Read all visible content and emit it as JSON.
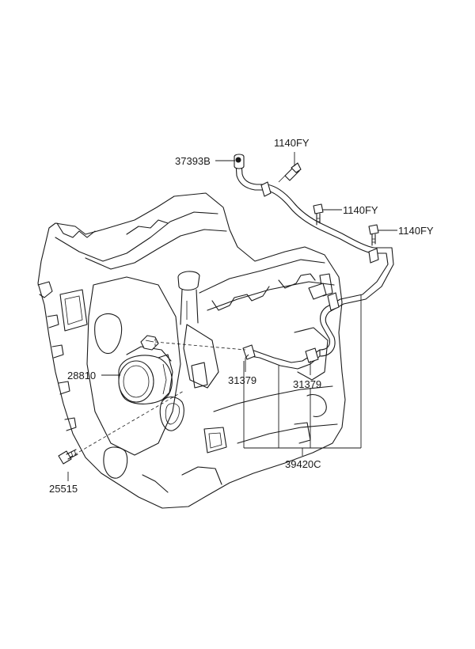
{
  "diagram": {
    "labels": {
      "part_37393B": "37393B",
      "part_1140FY_a": "1140FY",
      "part_1140FY_b": "1140FY",
      "part_1140FY_c": "1140FY",
      "part_28810": "28810",
      "part_31379_left": "31379",
      "part_31379_right": "31379",
      "part_39420C": "39420C",
      "part_25515": "25515"
    },
    "colors": {
      "line": "#1a1a1a",
      "background": "#ffffff"
    }
  }
}
